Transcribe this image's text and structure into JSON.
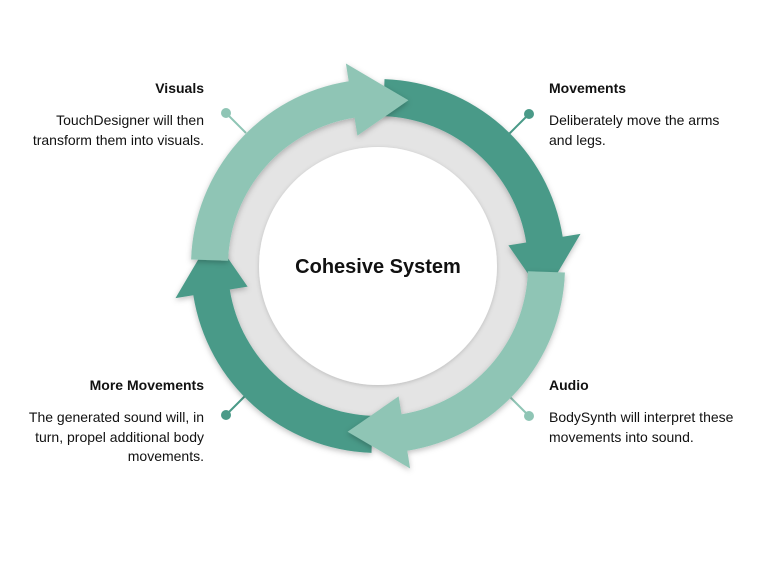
{
  "center": {
    "title": "Cohesive System"
  },
  "stages": {
    "visuals": {
      "title": "Visuals",
      "text": "TouchDesigner will then transform them into visuals."
    },
    "movements": {
      "title": "Movements",
      "text": "Deliberately move the arms and legs."
    },
    "audio": {
      "title": "Audio",
      "text": "BodySynth will interpret these movements into sound."
    },
    "more_movements": {
      "title": "More Movements",
      "text": "The generated sound will, in turn, propel additional body movements."
    }
  },
  "colors": {
    "light_green": "#8fc5b5",
    "dark_green": "#4a9a88",
    "inner_ring": "#e4e4e4",
    "center_fill": "#ffffff"
  }
}
